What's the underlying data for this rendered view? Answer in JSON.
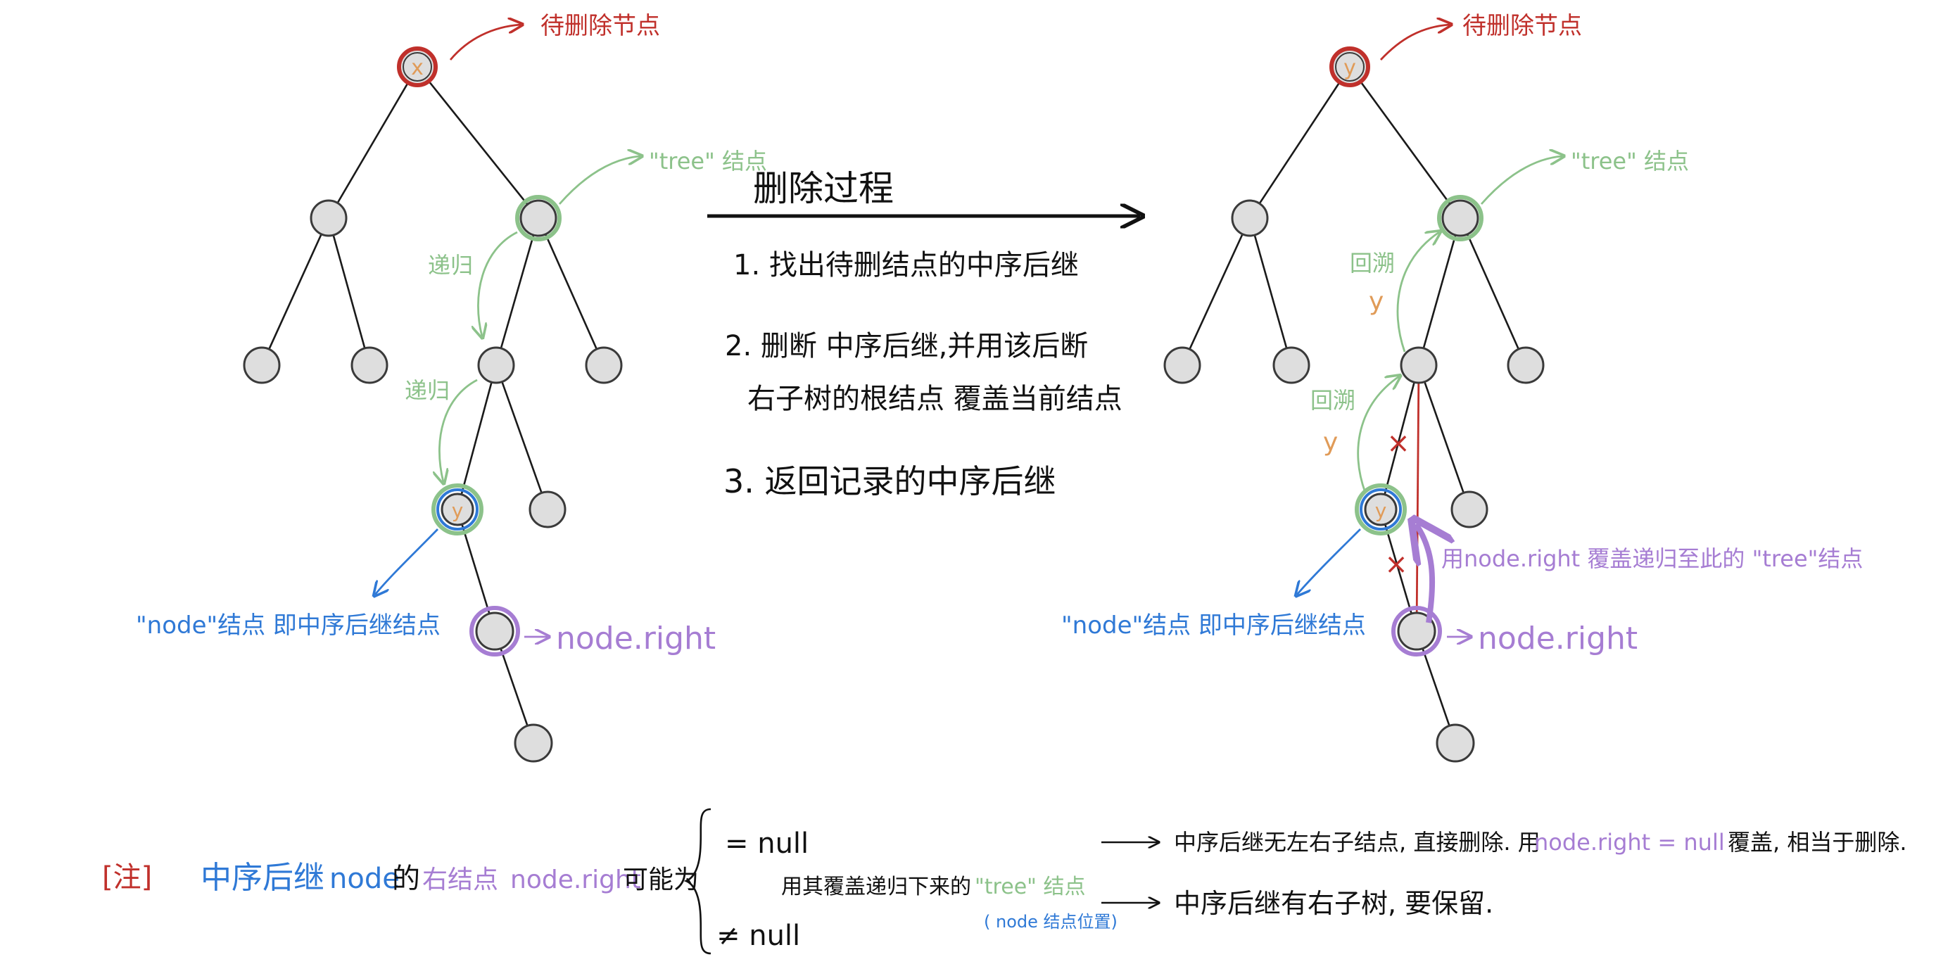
{
  "colors": {
    "red": "#c0302b",
    "green": "#8cc28a",
    "blue": "#2f79d6",
    "purple": "#a67dd3",
    "orange": "#e09b58",
    "black": "#111111"
  },
  "left_tree": {
    "root_letter": "x",
    "succ_letter": "y",
    "label_delete_node": "待删除节点",
    "label_tree_node": "\"tree\" 结点",
    "label_recurse_1": "递归",
    "label_recurse_2": "递归",
    "label_node_succ": "\"node\"结点 即中序后继结点",
    "label_node_right": "node.right"
  },
  "middle": {
    "title": "删除过程",
    "step1": "1.  找出待删结点的中序后继",
    "step2_line1": "2.  删断 中序后继,并用该后断",
    "step2_line2": "右子树的根结点 覆盖当前结点",
    "step3": "3.  返回记录的中序后继"
  },
  "right_tree": {
    "root_letter": "y",
    "succ_letter": "y",
    "label_delete_node": "待删除节点",
    "label_tree_node": "\"tree\" 结点",
    "label_backtrack_1": "回溯",
    "label_backtrack_1_value": "y",
    "label_backtrack_2": "回溯",
    "label_backtrack_2_value": "y",
    "cross_mark": "×",
    "label_cover": "用node.right 覆盖递归至此的 \"tree\"结点",
    "label_node_succ": "\"node\"结点 即中序后继结点",
    "label_node_right": "node.right"
  },
  "note": {
    "bracket": "[注]",
    "part1": "中序后继",
    "part2": "node",
    "part3": "的",
    "part4": "右结点",
    "part5": "node.right",
    "part6": "可能为",
    "case_null": "= null",
    "case_null_result_1": "中序后继无左右子结点, 直接删除. 用",
    "case_null_result_2": "node.right = null",
    "case_null_result_3": "覆盖, 相当于删除.",
    "case_notnull_hint_1": "用其覆盖递归下来的",
    "case_notnull_hint_2": "\"tree\" 结点",
    "case_notnull_hint_3": "( node 结点位置)",
    "case_notnull": "≠ null",
    "case_notnull_result": "中序后继有右子树, 要保留."
  }
}
